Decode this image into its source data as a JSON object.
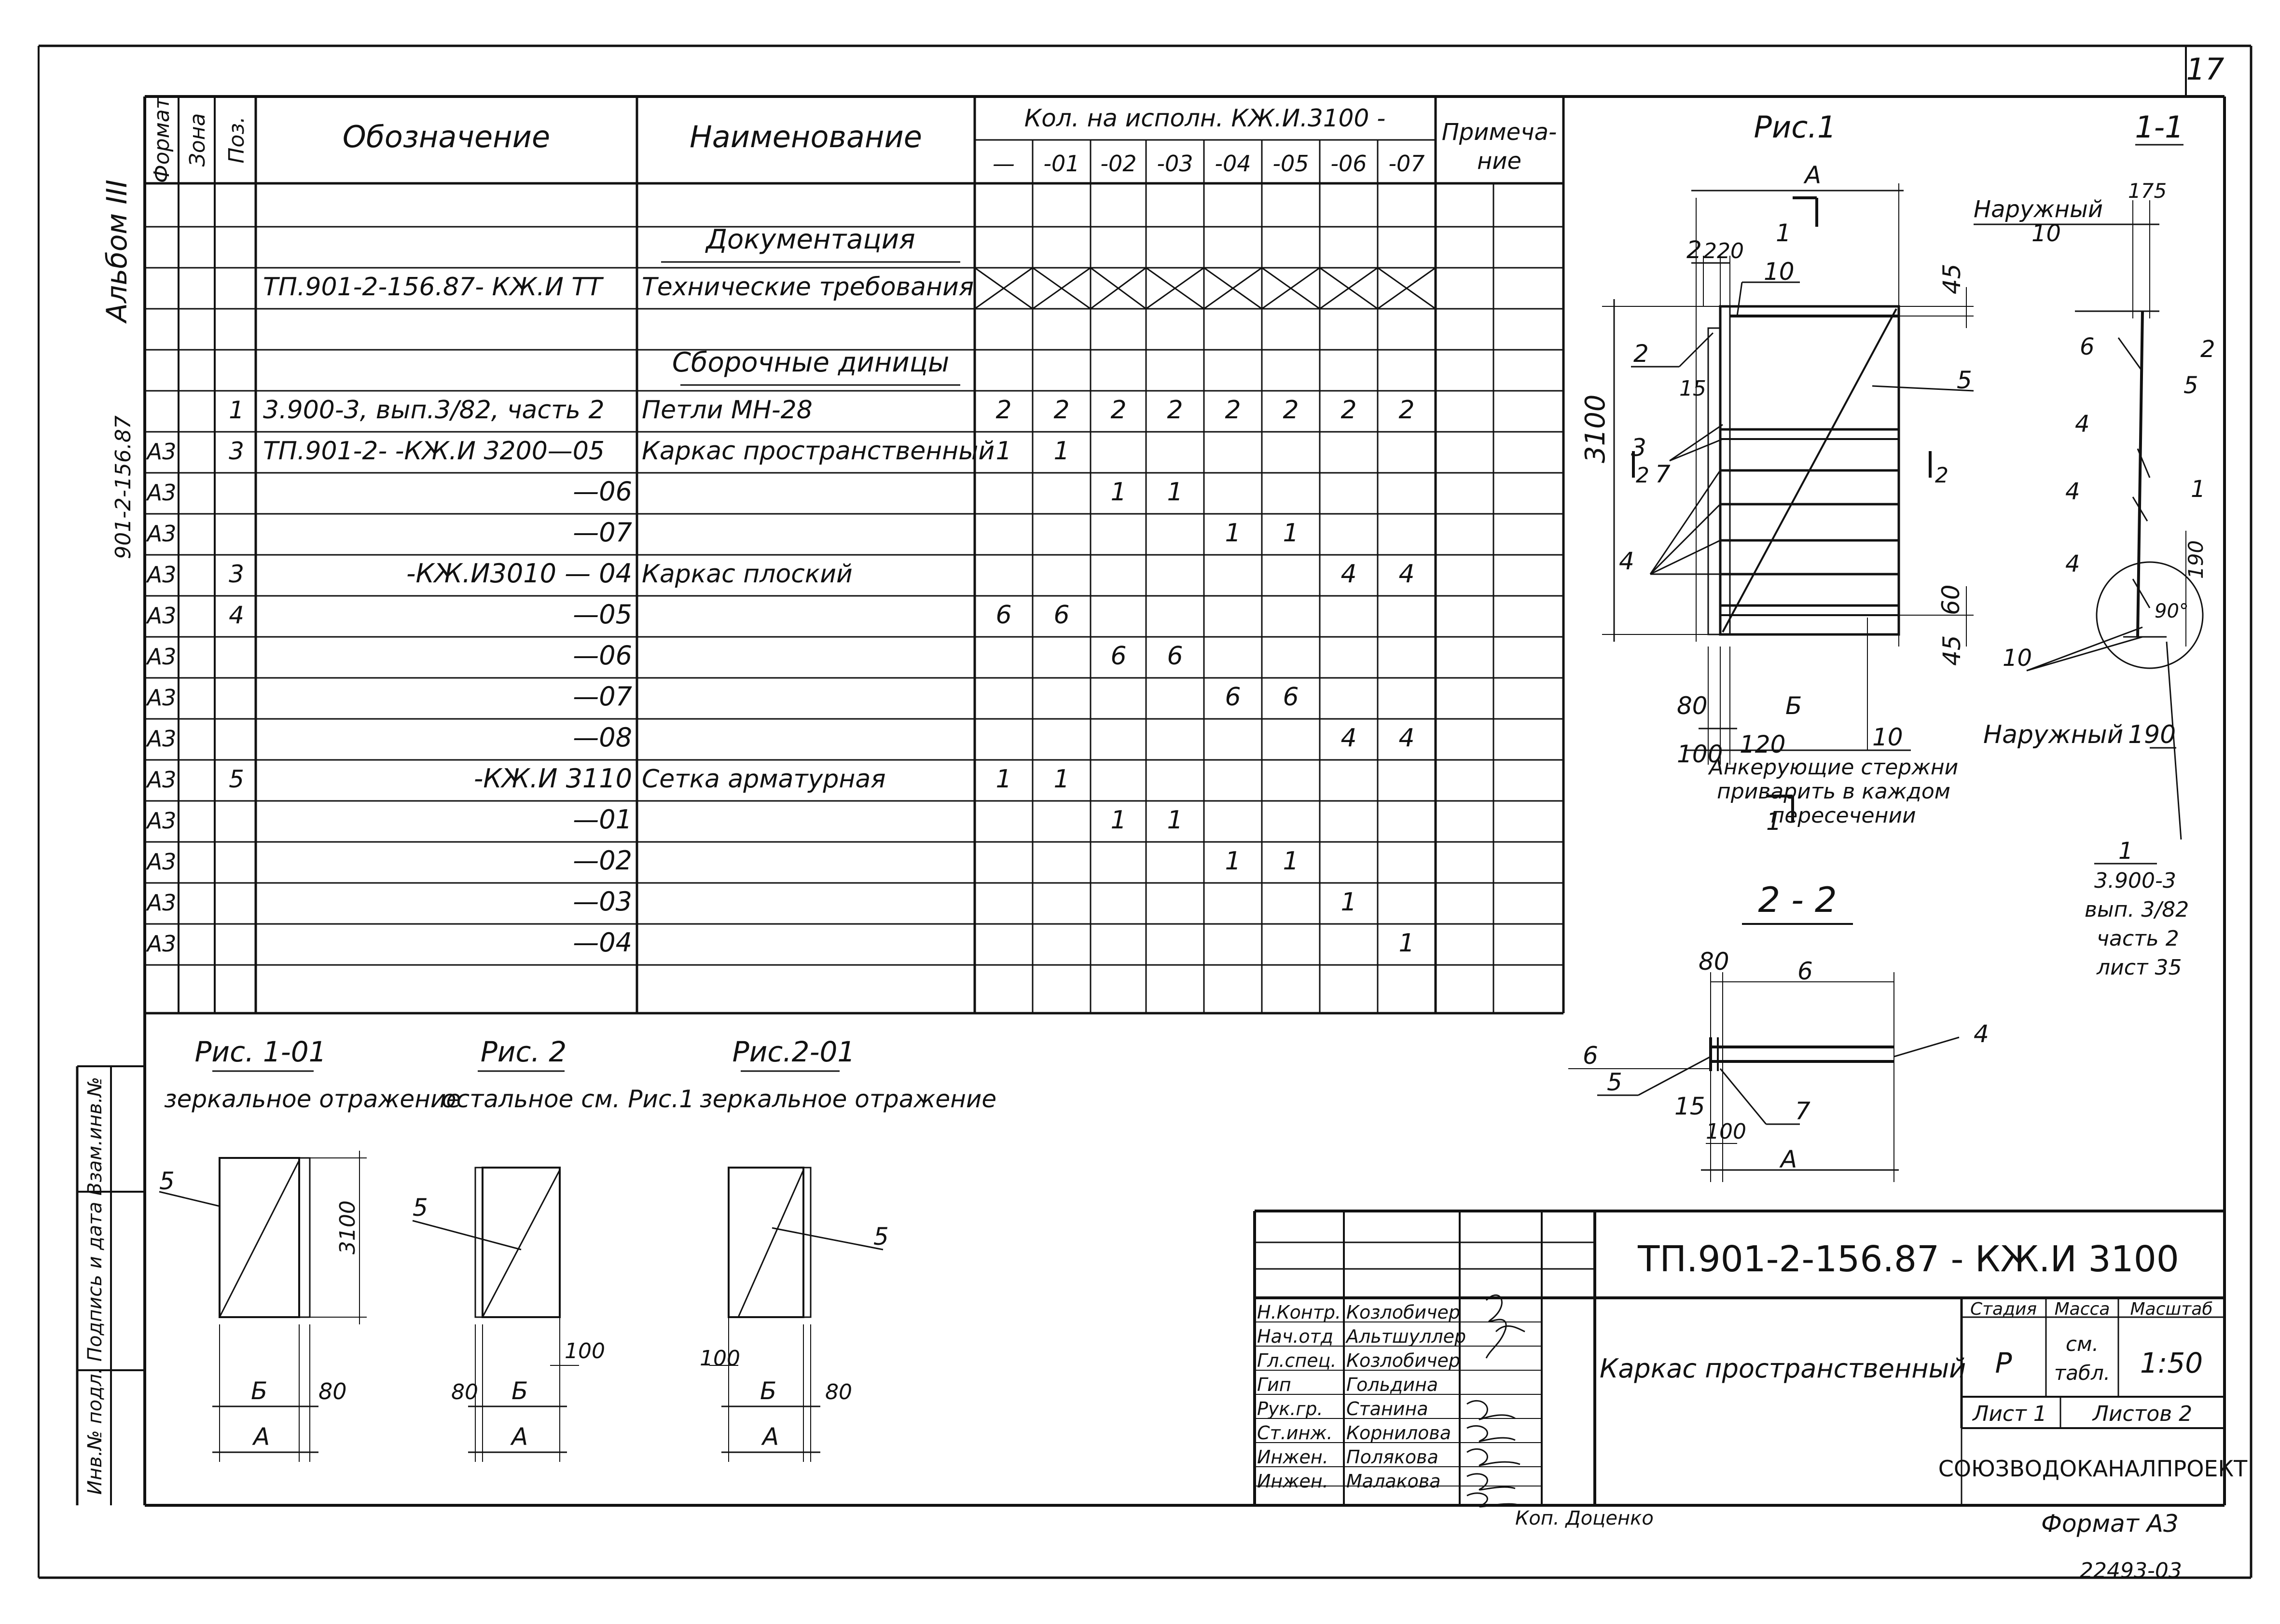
{
  "sheet_number": "17",
  "album_label": "Альбом III",
  "album_code": "901-2-156.87",
  "spec_table": {
    "headers": {
      "format": "Формат",
      "zone": "Зона",
      "pos": "Поз.",
      "designation": "Обозначение",
      "name": "Наименование",
      "qty": "Кол. на исполн. КЖ.И.3100 -",
      "note_line1": "Примеча-",
      "note_line2": "ние"
    },
    "variant_cols": [
      "—",
      "-01",
      "-02",
      "-03",
      "-04",
      "-05",
      "-06",
      "-07"
    ],
    "rows": [
      {
        "format": "",
        "pos": "",
        "designation": "",
        "name": "",
        "qty": [
          "",
          "",
          "",
          "",
          "",
          "",
          "",
          ""
        ]
      },
      {
        "format": "",
        "pos": "",
        "designation": "",
        "name": "Документация",
        "qty": [
          "",
          "",
          "",
          "",
          "",
          "",
          "",
          ""
        ]
      },
      {
        "format": "",
        "pos": "",
        "designation": "ТП.901-2-156.87- КЖ.И ТТ",
        "name": "Технические требования",
        "qty": [
          "",
          "",
          "",
          "",
          "",
          "",
          "",
          ""
        ]
      },
      {
        "format": "",
        "pos": "",
        "designation": "",
        "name": "",
        "qty": [
          "",
          "",
          "",
          "",
          "",
          "",
          "",
          ""
        ]
      },
      {
        "format": "",
        "pos": "",
        "designation": "",
        "name": "Сборочные диницы",
        "qty": [
          "",
          "",
          "",
          "",
          "",
          "",
          "",
          ""
        ]
      },
      {
        "format": "",
        "pos": "1",
        "designation": "3.900-3, вып.3/82, часть 2",
        "name": "Петли МН-28",
        "qty": [
          "2",
          "2",
          "2",
          "2",
          "2",
          "2",
          "2",
          "2"
        ]
      },
      {
        "format": "А3",
        "pos": "3",
        "designation": "ТП.901-2- -КЖ.И 3200—05",
        "name": "Каркас пространственный",
        "qty": [
          "1",
          "1",
          "",
          "",
          "",
          "",
          "",
          ""
        ]
      },
      {
        "format": "А3",
        "pos": "",
        "designation": "—06",
        "name": "",
        "qty": [
          "",
          "",
          "1",
          "1",
          "",
          "",
          "",
          ""
        ]
      },
      {
        "format": "А3",
        "pos": "",
        "designation": "—07",
        "name": "",
        "qty": [
          "",
          "",
          "",
          "",
          "1",
          "1",
          "",
          ""
        ]
      },
      {
        "format": "А3",
        "pos": "3",
        "designation": "-КЖ.И3010 — 04",
        "name": "Каркас плоский",
        "qty": [
          "",
          "",
          "",
          "",
          "",
          "",
          "4",
          "4"
        ]
      },
      {
        "format": "А3",
        "pos": "4",
        "designation": "—05",
        "name": "",
        "qty": [
          "6",
          "6",
          "",
          "",
          "",
          "",
          "",
          ""
        ]
      },
      {
        "format": "А3",
        "pos": "",
        "designation": "—06",
        "name": "",
        "qty": [
          "",
          "",
          "6",
          "6",
          "",
          "",
          "",
          ""
        ]
      },
      {
        "format": "А3",
        "pos": "",
        "designation": "—07",
        "name": "",
        "qty": [
          "",
          "",
          "",
          "",
          "6",
          "6",
          "",
          ""
        ]
      },
      {
        "format": "А3",
        "pos": "",
        "designation": "—08",
        "name": "",
        "qty": [
          "",
          "",
          "",
          "",
          "",
          "",
          "4",
          "4"
        ]
      },
      {
        "format": "А3",
        "pos": "5",
        "designation": "-КЖ.И 3110",
        "name": "Сетка арматурная",
        "qty": [
          "1",
          "1",
          "",
          "",
          "",
          "",
          "",
          ""
        ]
      },
      {
        "format": "А3",
        "pos": "",
        "designation": "—01",
        "name": "",
        "qty": [
          "",
          "",
          "1",
          "1",
          "",
          "",
          "",
          ""
        ]
      },
      {
        "format": "А3",
        "pos": "",
        "designation": "—02",
        "name": "",
        "qty": [
          "",
          "",
          "",
          "",
          "1",
          "1",
          "",
          ""
        ]
      },
      {
        "format": "А3",
        "pos": "",
        "designation": "—03",
        "name": "",
        "qty": [
          "",
          "",
          "",
          "",
          "",
          "",
          "1",
          ""
        ]
      },
      {
        "format": "А3",
        "pos": "",
        "designation": "—04",
        "name": "",
        "qty": [
          "",
          "",
          "",
          "",
          "",
          "",
          "",
          "1"
        ]
      }
    ]
  },
  "fig1": {
    "title": "Рис.1",
    "section_title": "1-1",
    "dims": {
      "a": "А",
      "d220": "220",
      "d2": "2",
      "d10": "10",
      "d45": "45",
      "d15": "15",
      "d3100": "3100",
      "d3": "3",
      "d7": "7",
      "d60": "60",
      "d80": "80",
      "d100": "100",
      "d120": "120",
      "db": "Б",
      "d5": "5",
      "d4": "4",
      "d1": "1"
    },
    "section_dims": {
      "outer_top": "Наружный",
      "d175": "175",
      "d10": "10",
      "d6": "6",
      "d2": "2",
      "d5": "5",
      "d4": "4",
      "d1": "1",
      "d190": "190",
      "d90": "90°",
      "outer_bottom": "Наружный"
    },
    "note": [
      "Анкерующие стержни",
      "приварить в каждом",
      "пересечении"
    ],
    "ref_mark": "1",
    "ref_lines": [
      "3.900-3",
      "вып. 3/82",
      "часть 2",
      "лист 35"
    ]
  },
  "sec22": {
    "title": "2 - 2",
    "dims": {
      "d80": "80",
      "d6": "6",
      "d4": "4",
      "d5": "5",
      "d15": "15",
      "d100": "100",
      "d7": "7",
      "da": "А"
    }
  },
  "small_figs": [
    {
      "title": "Рис. 1-01",
      "caption": "зеркальное отражение",
      "d5": "5",
      "d3100": "3100",
      "db": "Б",
      "d80": "80",
      "da": "А"
    },
    {
      "title": "Рис. 2",
      "caption": "остальное см. Рис.1",
      "d5": "5",
      "d100": "100",
      "d80": "80",
      "db": "Б",
      "da": "А"
    },
    {
      "title": "Рис.2-01",
      "caption": "зеркальное отражение",
      "d5": "5",
      "d100": "100",
      "db": "Б",
      "d80": "80",
      "da": "А"
    }
  ],
  "left_margin": "Инв.№ подл. Подпись и дата Взам.инв.№",
  "title_block": {
    "code": "ТП.901-2-156.87 - КЖ.И 3100",
    "name": "Каркас пространственный",
    "stage_label": "Стадия",
    "mass_label": "Масса",
    "scale_label": "Масштаб",
    "stage": "Р",
    "mass_line1": "см.",
    "mass_line2": "табл.",
    "scale": "1:50",
    "sheet": "Лист 1",
    "sheets": "Листов 2",
    "org": "СОЮЗВОДОКАНАЛПРОЕКТ",
    "staff": [
      {
        "role": "Н.Контр.",
        "name": "Козлобичер"
      },
      {
        "role": "Нач.отд",
        "name": "Альтшуллер"
      },
      {
        "role": "Гл.спец.",
        "name": "Козлобичер"
      },
      {
        "role": "Гип",
        "name": "Гольдина"
      },
      {
        "role": "Рук.гр.",
        "name": "Станина"
      },
      {
        "role": "Ст.инж.",
        "name": "Корнилова"
      },
      {
        "role": "Инжен.",
        "name": "Полякова"
      },
      {
        "role": "Инжен.",
        "name": "Малакова"
      }
    ],
    "copied_by": "Коп. Доценко",
    "format": "Формат А3",
    "inv_number": "22493-03"
  }
}
